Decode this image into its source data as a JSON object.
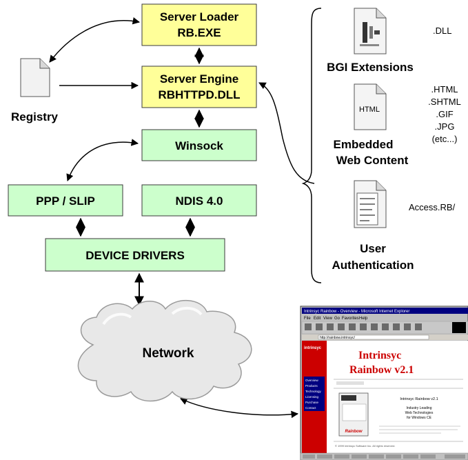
{
  "nodes": {
    "server_loader": {
      "line1": "Server Loader",
      "line2": "RB.EXE"
    },
    "server_engine": {
      "line1": "Server Engine",
      "line2": "RBHTTPD.DLL"
    },
    "winsock": {
      "label": "Winsock"
    },
    "ppp_slip": {
      "label": "PPP / SLIP"
    },
    "ndis": {
      "label": "NDIS 4.0"
    },
    "device_drivers": {
      "label": "DEVICE DRIVERS"
    },
    "registry": {
      "label": "Registry"
    },
    "network": {
      "label": "Network"
    }
  },
  "resources": {
    "bgi": {
      "label": "BGI Extensions",
      "ext": ".DLL"
    },
    "web": {
      "line1": "Embedded",
      "line2": "Web Content",
      "icon_text": "HTML",
      "exts": [
        ".HTML",
        ".SHTML",
        ".GIF",
        ".JPG",
        "(etc...)"
      ]
    },
    "auth": {
      "line1": "User",
      "line2": "Authentication",
      "file": "Access.RB/"
    }
  },
  "browser": {
    "title_bar": "Intrinsyc Rainbow - Overview - Microsoft Internet Explorer",
    "menu": [
      "File",
      "Edit",
      "View",
      "Go",
      "Favorites",
      "Help"
    ],
    "address": "http://rainbow.intrinsyc/",
    "sidebar_logo": "intrinsyc",
    "sidebar_items": [
      "Overview",
      "Products",
      "Technology",
      "Licensing",
      "Purchase",
      "Contact"
    ],
    "headline1": "Intrinsyc",
    "headline2": "Rainbow v2.1",
    "product_title": "Intrinsyc Rainbow v2.1",
    "tagline": [
      "Industry Leading",
      "Web Technologies",
      "for Windows CE"
    ],
    "box_label": "Rainbow",
    "footer": "© 1999 Intrinsyc Software Inc. All rights reserved."
  },
  "colors": {
    "yellow_box": "#ffff99",
    "green_box": "#ccffcc",
    "accent_red": "#cc0000"
  }
}
